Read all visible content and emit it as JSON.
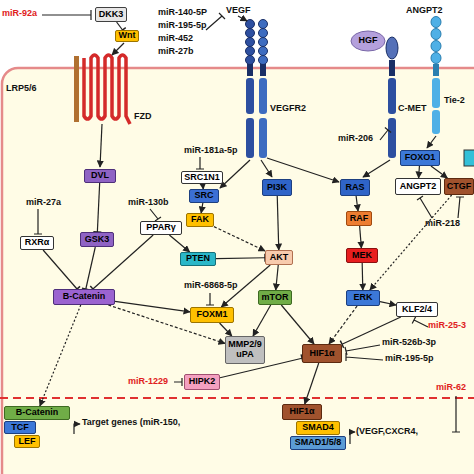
{
  "diagram": {
    "nodes": [
      {
        "text": [
          "DKK3"
        ]
      },
      {
        "text": [
          "Wnt"
        ]
      },
      {
        "text": [
          "HGF"
        ]
      },
      {
        "text": [
          "DVL"
        ]
      },
      {
        "text": [
          "SRC1N1"
        ]
      },
      {
        "text": [
          "SRC"
        ]
      },
      {
        "text": [
          "PI3K"
        ]
      },
      {
        "text": [
          "RAS"
        ]
      },
      {
        "text": [
          "FOXO1"
        ]
      },
      {
        "text": [
          "ANGPT2"
        ]
      },
      {
        "text": [
          "CTGF"
        ]
      },
      {
        "text": [
          "FAK"
        ]
      },
      {
        "text": [
          "PPARγ"
        ]
      },
      {
        "text": [
          "GSK3"
        ]
      },
      {
        "text": [
          "RXRα"
        ]
      },
      {
        "text": [
          "PTEN"
        ]
      },
      {
        "text": [
          "AKT"
        ]
      },
      {
        "text": [
          "RAF"
        ]
      },
      {
        "text": [
          "MEK"
        ]
      },
      {
        "text": [
          "mTOR"
        ]
      },
      {
        "text": [
          "B-Catenin"
        ]
      },
      {
        "text": [
          "FOXM1"
        ]
      },
      {
        "text": [
          "ERK"
        ]
      },
      {
        "text": [
          "KLF2/4"
        ]
      },
      {
        "text": [
          "MMP2/9 uPA"
        ]
      },
      {
        "text": [
          "HIF1α"
        ]
      },
      {
        "text": [
          "HIPK2"
        ]
      },
      {
        "text": [
          "B-Catenin"
        ]
      },
      {
        "text": [
          "TCF"
        ]
      },
      {
        "text": [
          "LEF"
        ]
      },
      {
        "text": [
          "HIF1α"
        ]
      },
      {
        "text": [
          "SMAD4"
        ]
      },
      {
        "text": [
          "SMAD1/5/8"
        ]
      }
    ],
    "edges": [
      {
        "from": 0,
        "to": 1,
        "arrow": "to"
      },
      {
        "from": 3,
        "to": 13,
        "arrow": "to"
      },
      {
        "from": 13,
        "to": 20,
        "arrow": "to"
      },
      {
        "from": 14,
        "to": 20,
        "arrow": "to"
      },
      {
        "from": 12,
        "to": 20,
        "arrow": "to"
      },
      {
        "from": 12,
        "to": 15,
        "arrow": "to"
      },
      {
        "from": 15,
        "to": 16,
        "arrow": "to"
      },
      {
        "from": 4,
        "to": 5,
        "arrow": "to"
      },
      {
        "from": 5,
        "to": 11,
        "arrow": "to"
      },
      {
        "from": 11,
        "to": 16,
        "arrow": "to"
      },
      {
        "from": 6,
        "to": 16,
        "arrow": "to"
      },
      {
        "from": 16,
        "to": 19,
        "arrow": "to"
      },
      {
        "from": 16,
        "to": 21,
        "arrow": "to"
      },
      {
        "from": 20,
        "to": 21,
        "arrow": "to"
      },
      {
        "from": 20,
        "to": 24,
        "arrow": "to"
      },
      {
        "from": 21,
        "to": 24,
        "arrow": "to"
      },
      {
        "from": 19,
        "to": 25,
        "arrow": "to"
      },
      {
        "from": 19,
        "to": 24,
        "arrow": "to"
      },
      {
        "from": 7,
        "to": 17,
        "arrow": "to"
      },
      {
        "from": 17,
        "to": 18,
        "arrow": "to"
      },
      {
        "from": 18,
        "to": 22,
        "arrow": "to"
      },
      {
        "from": 22,
        "to": 25,
        "arrow": "to"
      },
      {
        "from": 22,
        "to": 23,
        "arrow": "to"
      },
      {
        "from": 23,
        "to": 25,
        "arrow": "to"
      },
      {
        "from": 8,
        "to": 9,
        "arrow": "to"
      },
      {
        "from": 8,
        "to": 10,
        "arrow": "to"
      },
      {
        "from": 10,
        "to": 22,
        "arrow": "to"
      },
      {
        "from": 26,
        "to": 25,
        "arrow": "to"
      },
      {
        "from": 20,
        "to": 27,
        "arrow": "to"
      },
      {
        "from": 25,
        "to": 30,
        "arrow": "to"
      }
    ],
    "labels": [
      "miR-92a",
      "miR-140-5P",
      "miR-195-5p",
      "miR-452",
      "miR-27b",
      "VEGF",
      "ANGPT2",
      "LRP5/6",
      "FZD",
      "VEGFR2",
      "C-MET",
      "Tie-2",
      "miR-206",
      "miR-181a-5p",
      "miR-27a",
      "miR-130b",
      "miR-6868-5p",
      "miR-218",
      "miR-25-3",
      "miR-526b-3p",
      "miR-195-5p",
      "miR-1229",
      "miR-62",
      "Target genes (miR-150,",
      "(VEGF,CXCR4,"
    ]
  }
}
